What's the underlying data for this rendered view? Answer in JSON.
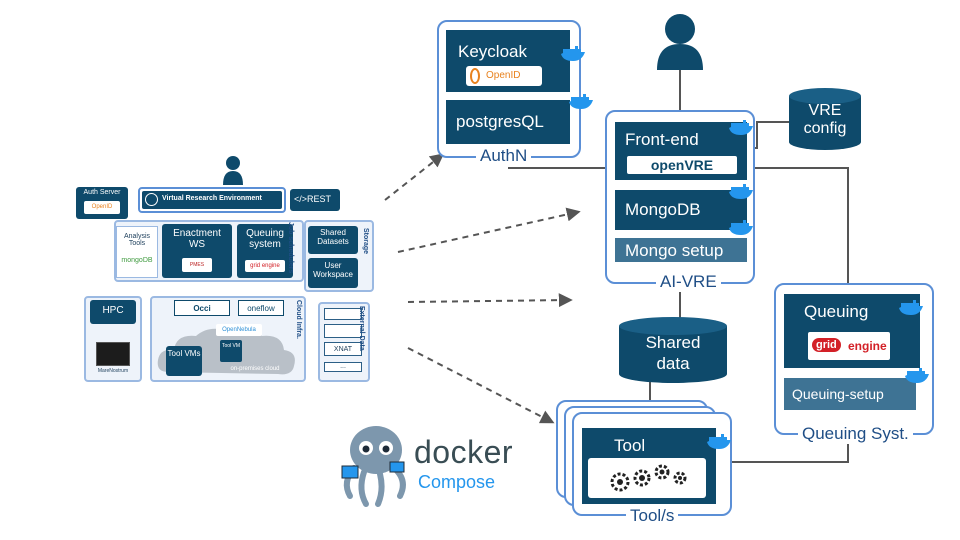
{
  "left_arch": {
    "auth_server": "Auth Server",
    "vre_title": "Virtual Research Environment",
    "rest": "</>REST",
    "analysis_tools": "Analysis Tools",
    "mongo_logo": "mongoDB",
    "enactment_ws": "Enactment WS",
    "pmes_logo": "PMES",
    "queuing_system": "Queuing system",
    "grid_logo_small": "grid engine",
    "job_schedulers": "Job schedulers",
    "shared_datasets": "Shared Datasets",
    "user_workspace": "User Workspace",
    "storage": "Storage",
    "hpc": "HPC",
    "marenostrum": "MareNostrum",
    "occi": "Occi",
    "oneflow": "oneflow",
    "opennebula": "OpenNebula",
    "tool_vms": "Tool VMs",
    "tool_vm_small": "Tool VM",
    "on_premises": "on-premises cloud",
    "cloud_infra": "Cloud Infra.",
    "external_data": "External Data",
    "xnat": "XNAT",
    "ellipsis": "..."
  },
  "authn": {
    "title": "AuthN",
    "keycloak": "Keycloak",
    "openid": "OpenID",
    "postgres": "postgresQL"
  },
  "vre_config": "VRE config",
  "aivre": {
    "title": "AI-VRE",
    "frontend": "Front-end",
    "openvre": "openVRE",
    "mongodb": "MongoDB",
    "mongo_setup": "Mongo setup"
  },
  "shared_data": "Shared data",
  "queuing": {
    "title": "Queuing Syst.",
    "queuing": "Queuing",
    "grid": "grid",
    "engine": "engine",
    "setup": "Queuing-setup"
  },
  "tools": {
    "title": "Tool/s",
    "tool": "Tool"
  },
  "docker": {
    "word": "docker",
    "compose": "Compose"
  },
  "colors": {
    "dark_box": "#0e4a6b",
    "frame_border": "#5b8fd6",
    "title_text": "#1f4e86",
    "docker_blue": "#2496ed",
    "grid_red": "#d32027"
  }
}
